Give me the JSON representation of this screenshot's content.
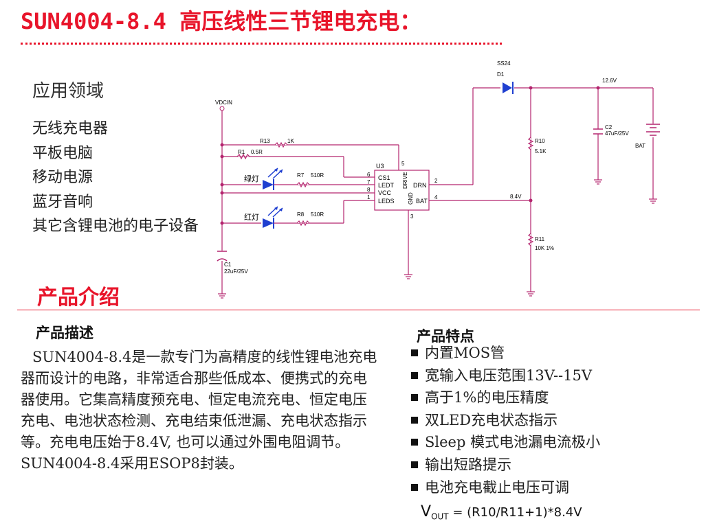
{
  "title": "SUN4004-8.4 高压线性三节锂电充电：",
  "applications": {
    "heading": "应用领域",
    "items": [
      "无线充电器",
      "平板电脑",
      "移动电源",
      "蓝牙音响",
      "其它含锂电池的电子设备"
    ]
  },
  "intro_heading": "产品介绍",
  "description": {
    "heading": "产品描述",
    "text": "SUN4004-8.4是一款专门为高精度的线性锂电池充电器而设计的电路，非常适合那些低成本、便携式的充电器使用。它集高精度预充电、恒定电流充电、恒定电压充电、电池状态检测、充电结束低泄漏、充电状态指示等。充电电压始于8.4V, 也可以通过外围电阻调节。SUN4004-8.4采用ESOP8封装。"
  },
  "features": {
    "heading": "产品特点",
    "items": [
      "内置MOS管",
      "宽输入电压范围13V--15V",
      "高于1%的电压精度",
      "双LED充电状态指示",
      "Sleep 模式电池漏电流极小",
      "输出短路提示",
      "电池充电截止电压可调"
    ]
  },
  "formula": {
    "v": "V",
    "sub": "OUT",
    "rest": " = (R10/R11+1)*8.4V"
  },
  "schematic": {
    "vdcin": "VDCIN",
    "r13": "R13",
    "r13_val": "1K",
    "r1": "R1",
    "r1_val": "0.5R",
    "green_led": "绿灯",
    "red_led": "红灯",
    "r7": "R7",
    "r7_val": "510R",
    "r8": "R8",
    "r8_val": "510R",
    "c1": "C1",
    "c1_val": "22uF/25V",
    "u3": "U3",
    "pins_left": [
      "CS1",
      "LEDT",
      "VCC",
      "LEDS"
    ],
    "pin_nums_left": [
      "6",
      "7",
      "8",
      "1"
    ],
    "pin_drive": "DRIVE",
    "pin_gnd": "GND",
    "pin_drn": "DRN",
    "pin_bat": "BAT",
    "pin5": "5",
    "pin2": "2",
    "pin4": "4",
    "pin3": "3",
    "ss24": "SS24",
    "d1": "D1",
    "v126": "12.6V",
    "c2": "C2",
    "c2_val": "47uF/25V",
    "bat": "BAT",
    "r10": "R10",
    "r10_val": "5.1K",
    "v84": "8.4V",
    "r11": "R11",
    "r11_val": "10K 1%"
  },
  "colors": {
    "accent_red": "#e8142a",
    "wire": "#b4246e",
    "led_blue": "#1f3fd0"
  }
}
